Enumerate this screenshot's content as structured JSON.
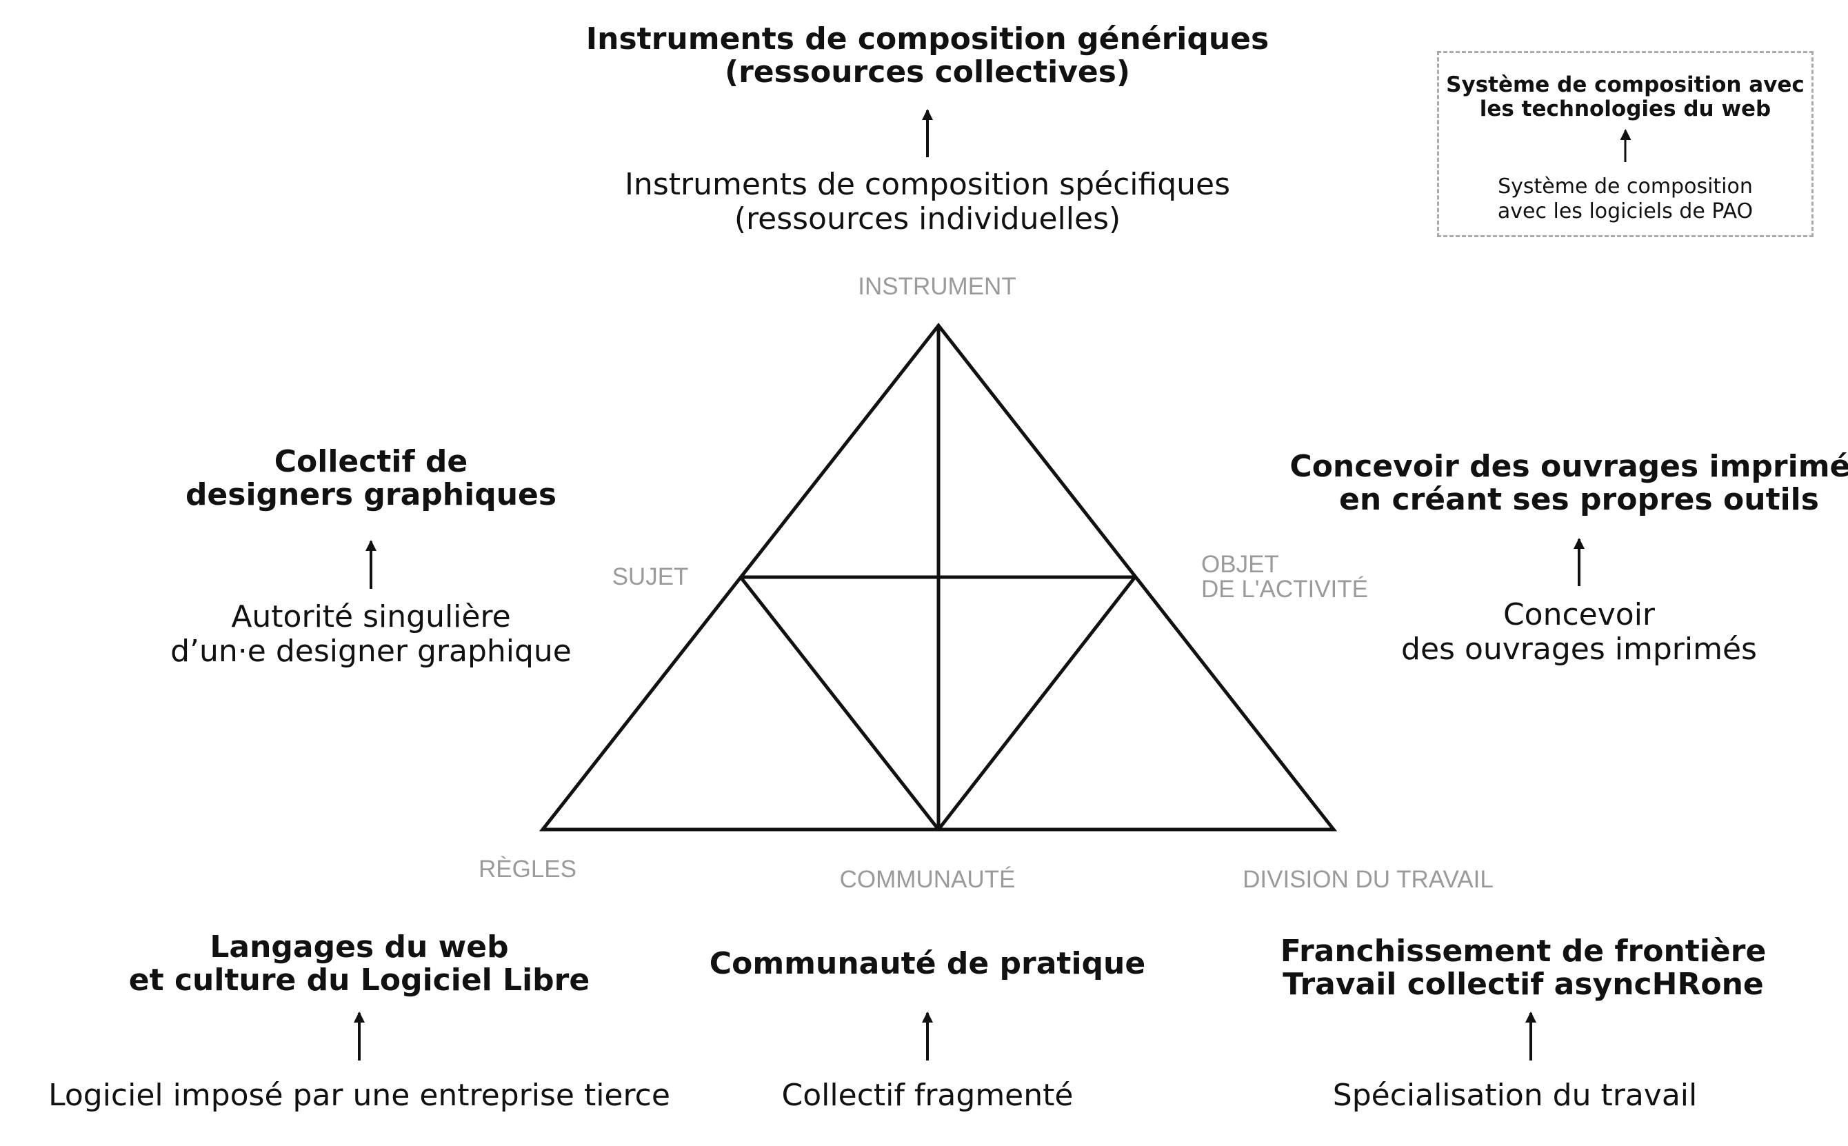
{
  "instrument_block": {
    "to": [
      "Instruments de composition génériques",
      "(ressources collectives)"
    ],
    "from": [
      "Instruments de composition spécifiques",
      "(ressources individuelles)"
    ]
  },
  "legend_box": {
    "to": [
      "Système de composition avec",
      "les technologies du web"
    ],
    "from": [
      "Système de composition",
      "avec les logiciels de PAO"
    ]
  },
  "subject_block": {
    "to": [
      "Collectif de",
      "designers graphiques"
    ],
    "from": [
      "Autorité singulière",
      "d’un·e designer graphique"
    ]
  },
  "object_block": {
    "to": [
      "Concevoir des ouvrages imprimés",
      "en créant ses propres outils"
    ],
    "from": [
      "Concevoir",
      "des ouvrages imprimés"
    ]
  },
  "rules_block": {
    "to": [
      "Langages du web",
      "et culture du Logiciel Libre"
    ],
    "from": [
      "Logiciel imposé par une entreprise tierce"
    ]
  },
  "community_block": {
    "to": [
      "Communauté de pratique"
    ],
    "from": [
      "Collectif fragmenté"
    ]
  },
  "division_block": {
    "to": [
      "Franchissement de frontière",
      "Travail collectif asyncHRone"
    ],
    "from": [
      "Spécialisation du travail"
    ]
  },
  "vertex_labels": {
    "instrument": "INSTRUMENT",
    "subject": "SUJET",
    "object": [
      "OBJET",
      "DE L'ACTIVITÉ"
    ],
    "rules": "RÈGLES",
    "community": "COMMUNAUTÉ",
    "division": "DIVISION DU TRAVAIL"
  },
  "colors": {
    "text": "#111111",
    "label": "#9a9a9a",
    "box_border": "#aaaaaa"
  }
}
